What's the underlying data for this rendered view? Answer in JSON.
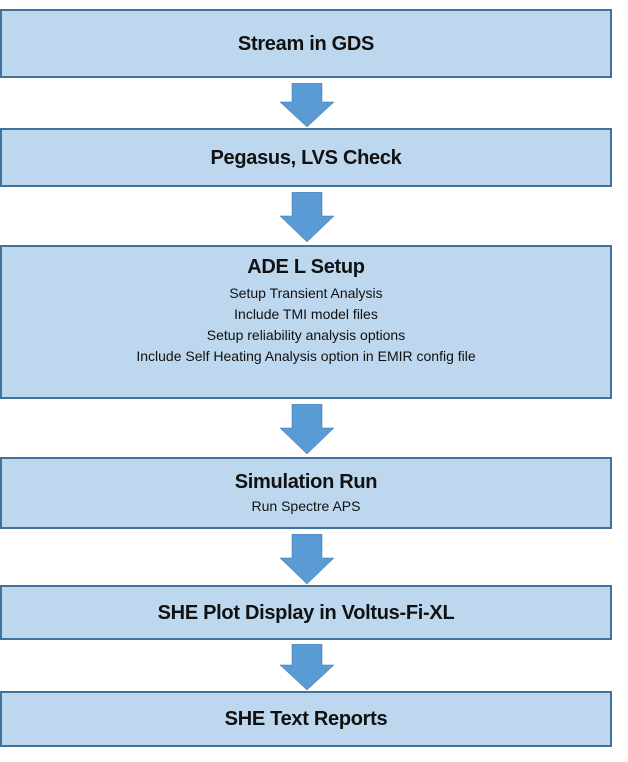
{
  "flowchart": {
    "colors": {
      "box_fill": "#BDD7EE",
      "box_border": "#41719C",
      "arrow_fill": "#5B9BD5"
    },
    "steps": [
      {
        "title": "Stream in GDS",
        "details": []
      },
      {
        "title": "Pegasus, LVS Check",
        "details": []
      },
      {
        "title": "ADE L Setup",
        "details": [
          "Setup Transient Analysis",
          "Include TMI model files",
          "Setup reliability analysis options",
          "Include Self Heating Analysis option in EMIR config file"
        ]
      },
      {
        "title": "Simulation Run",
        "details": [
          "Run Spectre APS"
        ]
      },
      {
        "title": "SHE Plot Display in Voltus-Fi-XL",
        "details": []
      },
      {
        "title": "SHE Text Reports",
        "details": []
      }
    ],
    "connectors": [
      {
        "from": 1,
        "to": 2,
        "icon": "down-arrow-icon"
      },
      {
        "from": 2,
        "to": 3,
        "icon": "down-arrow-icon"
      },
      {
        "from": 3,
        "to": 4,
        "icon": "down-arrow-icon"
      },
      {
        "from": 4,
        "to": 5,
        "icon": "down-arrow-icon"
      },
      {
        "from": 5,
        "to": 6,
        "icon": "down-arrow-icon"
      }
    ]
  }
}
